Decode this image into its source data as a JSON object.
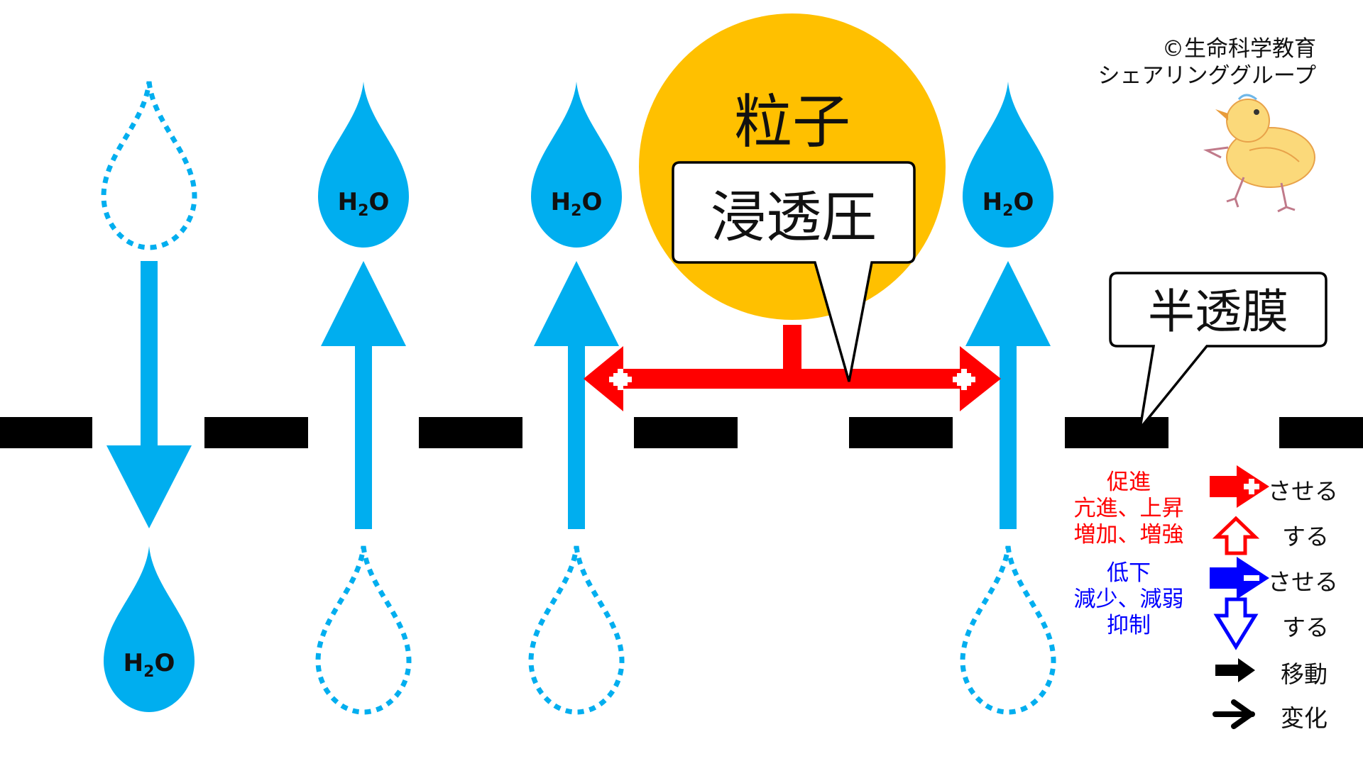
{
  "copyright": {
    "line1": "©生命科学教育",
    "line2": "シェアリンググループ"
  },
  "labels": {
    "particle": "粒子",
    "osmotic_pressure": "浸透圧",
    "membrane": "半透膜",
    "water": "H",
    "water_sub": "2",
    "water_o": "O"
  },
  "legend": {
    "promote_label": "促進",
    "promote_words": "亢進、上昇",
    "promote_words2": "増加、増強",
    "suppress_label": "低下",
    "suppress_words": "減少、減弱",
    "suppress_words2": "抑制",
    "cause_plus": "させる",
    "do_plus": "する",
    "cause_minus": "させる",
    "do_minus": "する",
    "move": "移動",
    "change": "変化"
  },
  "colors": {
    "water": "#00AEEF",
    "particle": "#FFC000",
    "promote": "#FF0000",
    "suppress": "#0000FF",
    "membrane": "#000000"
  },
  "icons": {
    "water_drop": "water-drop-icon",
    "chick": "chick-icon"
  }
}
